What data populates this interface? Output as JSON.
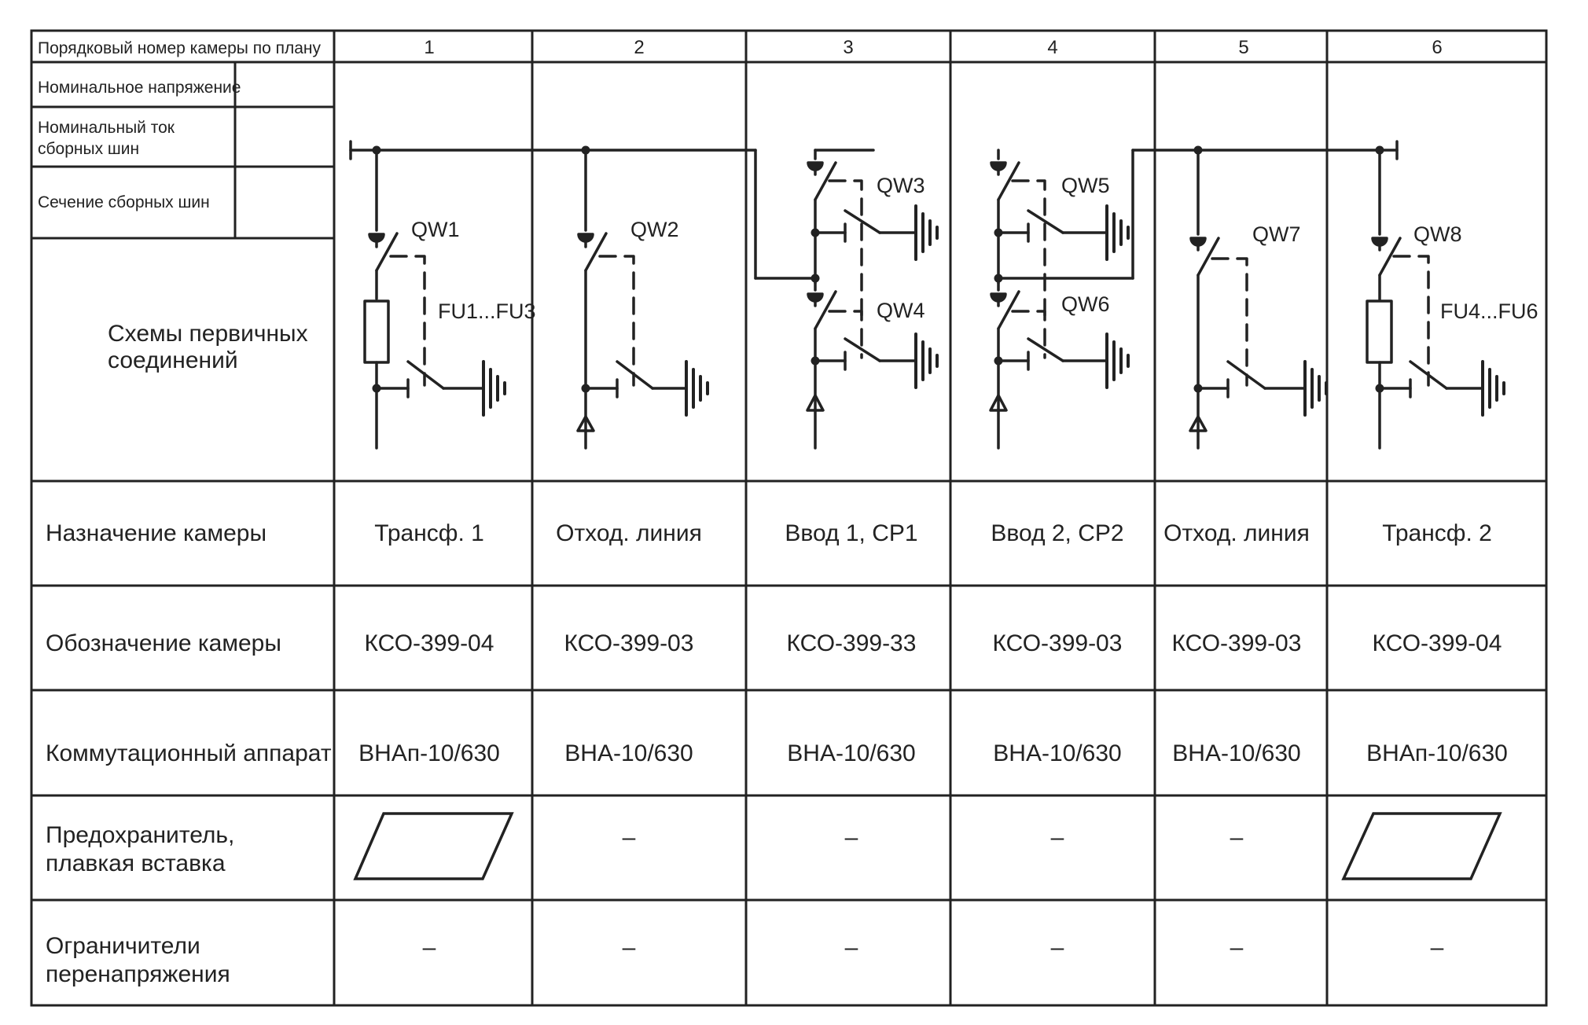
{
  "table": {
    "row_headers": {
      "camera_number": "Порядковый номер камеры по плану",
      "nominal_voltage": "Номинальное напряжение",
      "nominal_current": [
        "Номинальный ток",
        "сборных шин"
      ],
      "busbar_section": "Сечение сборных шин",
      "schemes": [
        "Схемы первичных",
        "соединений"
      ],
      "purpose": "Назначение камеры",
      "designation": "Обозначение камеры",
      "apparatus": "Коммутационный аппарат",
      "fuse": [
        "Предохранитель,",
        "плавкая вставка"
      ],
      "limiters": [
        "Ограничители",
        "перенапряжения"
      ]
    },
    "columns": [
      {
        "number": "1",
        "purpose": "Трансф. 1",
        "designation": "КСО-399-04",
        "apparatus": "ВНАп-10/630",
        "fuse": "",
        "limiters": "–"
      },
      {
        "number": "2",
        "purpose": "Отход. линия",
        "designation": "КСО-399-03",
        "apparatus": "ВНА-10/630",
        "fuse": "–",
        "limiters": "–"
      },
      {
        "number": "3",
        "purpose": "Ввод 1, СР1",
        "designation": "КСО-399-33",
        "apparatus": "ВНА-10/630",
        "fuse": "–",
        "limiters": "–"
      },
      {
        "number": "4",
        "purpose": "Ввод 2, СР2",
        "designation": "КСО-399-03",
        "apparatus": "ВНА-10/630",
        "fuse": "–",
        "limiters": "–"
      },
      {
        "number": "5",
        "purpose": "Отход. линия",
        "designation": "КСО-399-03",
        "apparatus": "ВНА-10/630",
        "fuse": "–",
        "limiters": "–"
      },
      {
        "number": "6",
        "purpose": "Трансф. 2",
        "designation": "КСО-399-04",
        "apparatus": "ВНАп-10/630",
        "fuse": "",
        "limiters": "–"
      }
    ]
  },
  "diagram": {
    "labels": {
      "qw1": "QW1",
      "qw2": "QW2",
      "qw3": "QW3",
      "qw4": "QW4",
      "qw5": "QW5",
      "qw6": "QW6",
      "qw7": "QW7",
      "qw8": "QW8",
      "fu_left": "FU1...FU3",
      "fu_right": "FU4...FU6"
    }
  }
}
